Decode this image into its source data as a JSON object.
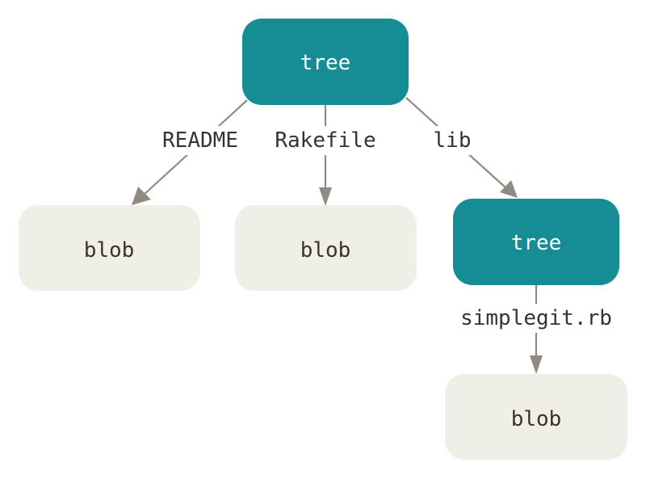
{
  "diagram": {
    "root": {
      "label": "tree",
      "kind": "tree"
    },
    "children": [
      {
        "edge_label": "README",
        "label": "blob",
        "kind": "blob"
      },
      {
        "edge_label": "Rakefile",
        "label": "blob",
        "kind": "blob"
      },
      {
        "edge_label": "lib",
        "label": "tree",
        "kind": "tree",
        "children": [
          {
            "edge_label": "simplegit.rb",
            "label": "blob",
            "kind": "blob"
          }
        ]
      }
    ]
  },
  "colors": {
    "tree_fill": "#168c95",
    "blob_fill": "#efefe8",
    "edge": "#908a82",
    "text_dark": "#3a322c",
    "text_light": "#ffffff"
  }
}
